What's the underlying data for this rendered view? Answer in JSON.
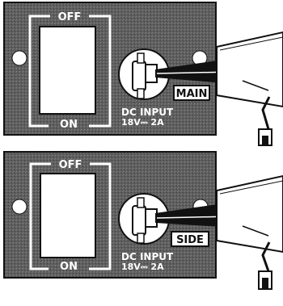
{
  "figure": {
    "panels": [
      {
        "switch_off_label": "OFF",
        "switch_on_label": "ON",
        "input_label_line1": "DC INPUT",
        "input_label_line2": "18V⎓ 2A",
        "cable_tag": "MAIN"
      },
      {
        "switch_off_label": "OFF",
        "switch_on_label": "ON",
        "input_label_line1": "DC INPUT",
        "input_label_line2": "18V⎓ 2A",
        "cable_tag": "SIDE"
      }
    ]
  },
  "colors": {
    "plate": "#5a5a5a",
    "ink": "#111111",
    "paper": "#ffffff"
  }
}
